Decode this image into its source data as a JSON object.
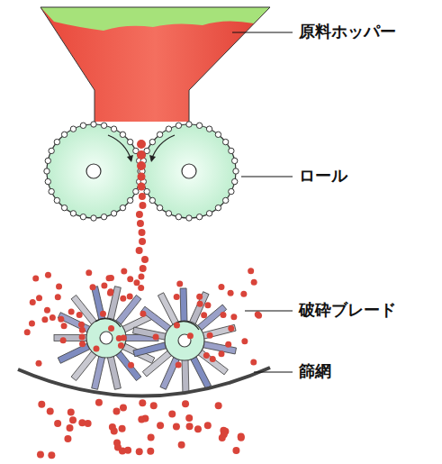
{
  "diagram": {
    "labels": [
      "原料ホッパー",
      "ロール",
      "破砕ブレード",
      "篩網"
    ]
  }
}
